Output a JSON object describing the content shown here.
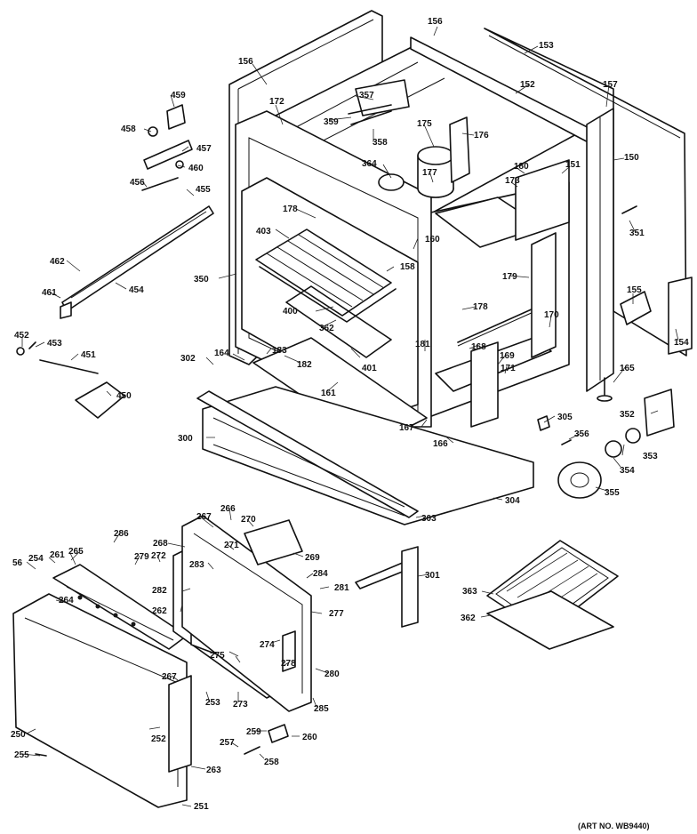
{
  "labels": {
    "156a": "156",
    "156b": "156",
    "153": "153",
    "152": "152",
    "157": "157",
    "172": "172",
    "357": "357",
    "359": "359",
    "358": "358",
    "175": "175",
    "176": "176",
    "364": "364",
    "177": "177",
    "173": "173",
    "180": "180",
    "151": "151",
    "150": "150",
    "178a": "178",
    "403": "403",
    "160": "160",
    "158": "158",
    "350": "350",
    "351": "351",
    "179": "179",
    "155": "155",
    "178b": "178",
    "170": "170",
    "154": "154",
    "400": "400",
    "362": "362",
    "181": "181",
    "401": "401",
    "183": "183",
    "182": "182",
    "164": "164",
    "168": "168",
    "169": "169",
    "171": "171",
    "165": "165",
    "302": "302",
    "161": "161",
    "167": "167",
    "166": "166",
    "305": "305",
    "352": "352",
    "356": "356",
    "353": "353",
    "354": "354",
    "300": "300",
    "304": "304",
    "355": "355",
    "303": "303",
    "459": "459",
    "458": "458",
    "457": "457",
    "460": "460",
    "456": "456",
    "455": "455",
    "462": "462",
    "461": "461",
    "454": "454",
    "452": "452",
    "453": "453",
    "451": "451",
    "450": "450",
    "267a": "267",
    "266": "266",
    "270": "270",
    "268": "268",
    "271": "271",
    "269": "269",
    "286": "286",
    "265": "265",
    "279": "279",
    "56": "56",
    "254": "254",
    "261": "261",
    "272": "272",
    "283": "283",
    "284": "284",
    "281": "281",
    "301": "301",
    "363": "363",
    "264": "264",
    "282": "282",
    "262": "262",
    "277": "277",
    "362b": "362",
    "275": "275",
    "274": "274",
    "278": "278",
    "280": "280",
    "267b": "267",
    "253": "253",
    "273": "273",
    "285": "285",
    "250": "250",
    "252": "252",
    "259": "259",
    "260": "260",
    "257": "257",
    "258": "258",
    "263": "263",
    "255": "255",
    "251": "251"
  },
  "art_number": "(ART NO. WB9440)"
}
